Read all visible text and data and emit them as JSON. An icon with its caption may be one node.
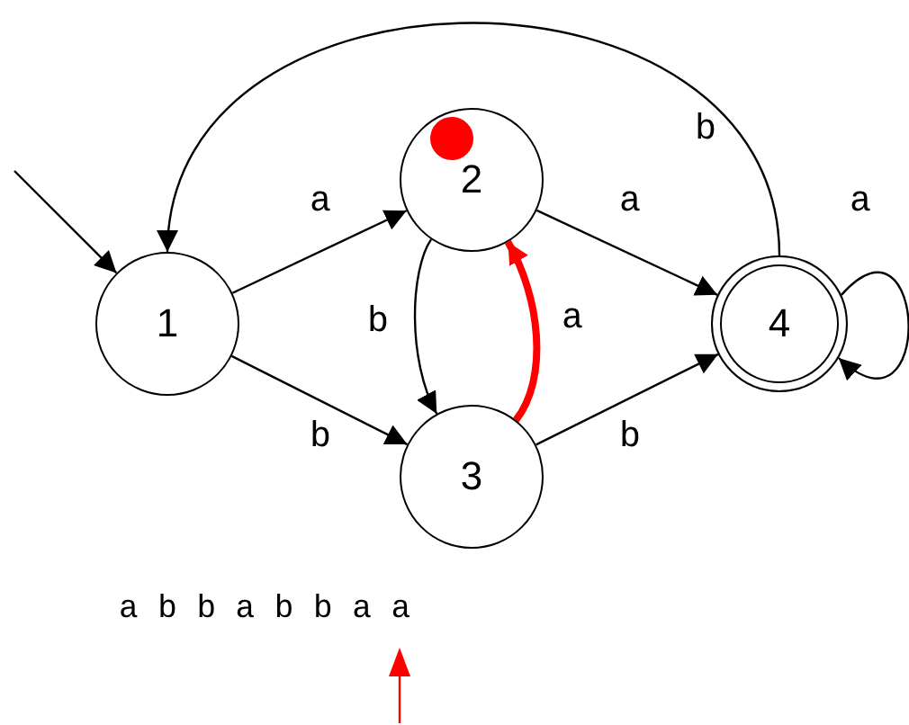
{
  "diagram": {
    "nodes": [
      {
        "text": [
          "1"
        ]
      },
      {
        "text": [
          "2"
        ]
      },
      {
        "text": [
          "3"
        ]
      },
      {
        "text": [
          "4"
        ]
      }
    ],
    "edges": [
      {
        "from": null,
        "to": 0,
        "arrow": "to"
      },
      {
        "from": 0,
        "to": 1,
        "arrow": "to",
        "label": "a"
      },
      {
        "from": 0,
        "to": 2,
        "arrow": "to",
        "label": "b"
      },
      {
        "from": 1,
        "to": 2,
        "arrow": "to",
        "label": "b"
      },
      {
        "from": 2,
        "to": 1,
        "arrow": "to",
        "label": "a",
        "style": "thick",
        "color": "#ff0000"
      },
      {
        "from": 1,
        "to": 3,
        "arrow": "to",
        "label": "a"
      },
      {
        "from": 2,
        "to": 3,
        "arrow": "to",
        "label": "b"
      },
      {
        "from": 3,
        "to": 0,
        "arrow": "to",
        "label": "b"
      },
      {
        "from": 3,
        "to": 3,
        "arrow": "to",
        "label": "a"
      }
    ],
    "labels": [
      "a b b a b b a a"
    ]
  }
}
